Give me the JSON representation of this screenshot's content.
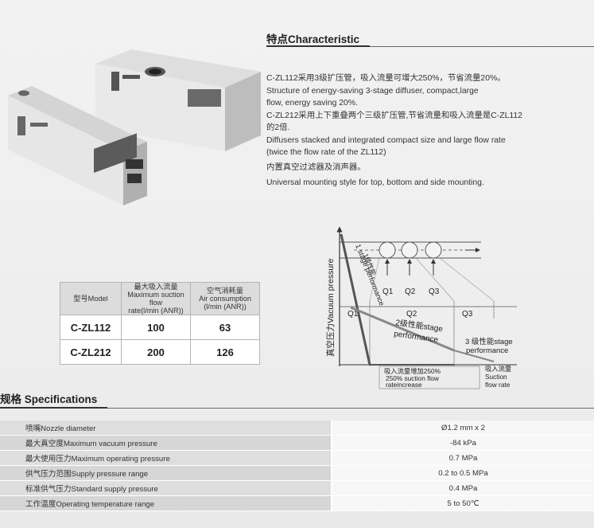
{
  "characteristic": {
    "title": "特点Characteristic",
    "lines": [
      "C-ZL112采用3级扩压管，吸入流量可增大250%，节省流量20%。",
      "Structure of energy-saving 3-stage diffuser, compact,large",
      "flow, energy saving 20%.",
      "C-ZL212采用上下重叠两个三级扩压管,节省流量和吸入流量是C-ZL112",
      "的2倍.",
      "Diffusers stacked and integrated compact size and large flow rate",
      "(twice the flow rate of the ZL112)",
      " 内置真空过滤器及消声器。",
      "Universal mounting style for top, bottom and side mounting."
    ]
  },
  "model_table": {
    "headers": [
      "型号Model",
      [
        "最大吸入流量",
        "Maximum suction flow",
        "rate(l/min (ANR))"
      ],
      [
        "空气消耗量",
        "Air consumption",
        "(l/min (ANR))"
      ]
    ],
    "rows": [
      [
        "C-ZL112",
        "100",
        "63"
      ],
      [
        "C-ZL212",
        "200",
        "126"
      ]
    ]
  },
  "diagram": {
    "y_axis_label": "真空压力Vacuum pressure",
    "q_labels": [
      "Q1",
      "Q2",
      "Q3"
    ],
    "stage1_label": "1 stage performance",
    "stage1_cn": "1级性能",
    "stage2_cn": "2级性能stage",
    "stage2_en": "performance",
    "stage3_cn": "3 级性能stage",
    "stage3_en": "performance",
    "increase_cn": "吸入流量增加250%",
    "increase_en1": "250% suction flow",
    "increase_en2": "rateincrease",
    "suction_cn": "吸入流量",
    "suction_en1": "Suction",
    "suction_en2": "flow rate"
  },
  "specifications": {
    "title": "规格 Specifications",
    "rows": [
      {
        "label": "喷嘴Nozzle diameter",
        "value": "Ø1.2 mm x 2"
      },
      {
        "label": "最大真空度Maximum vacuum pressure",
        "value": "-84 kPa"
      },
      {
        "label": "最大使用压力Maximum operating pressure",
        "value": "0.7 MPa"
      },
      {
        "label": "供气压力范围Supply pressure range",
        "value": "0.2 to 0.5 MPa"
      },
      {
        "label": "标准供气压力Standard supply pressure",
        "value": "0.4 MPa"
      },
      {
        "label": "工作温度Operating temperature range",
        "value": "5 to 50℃"
      }
    ]
  }
}
